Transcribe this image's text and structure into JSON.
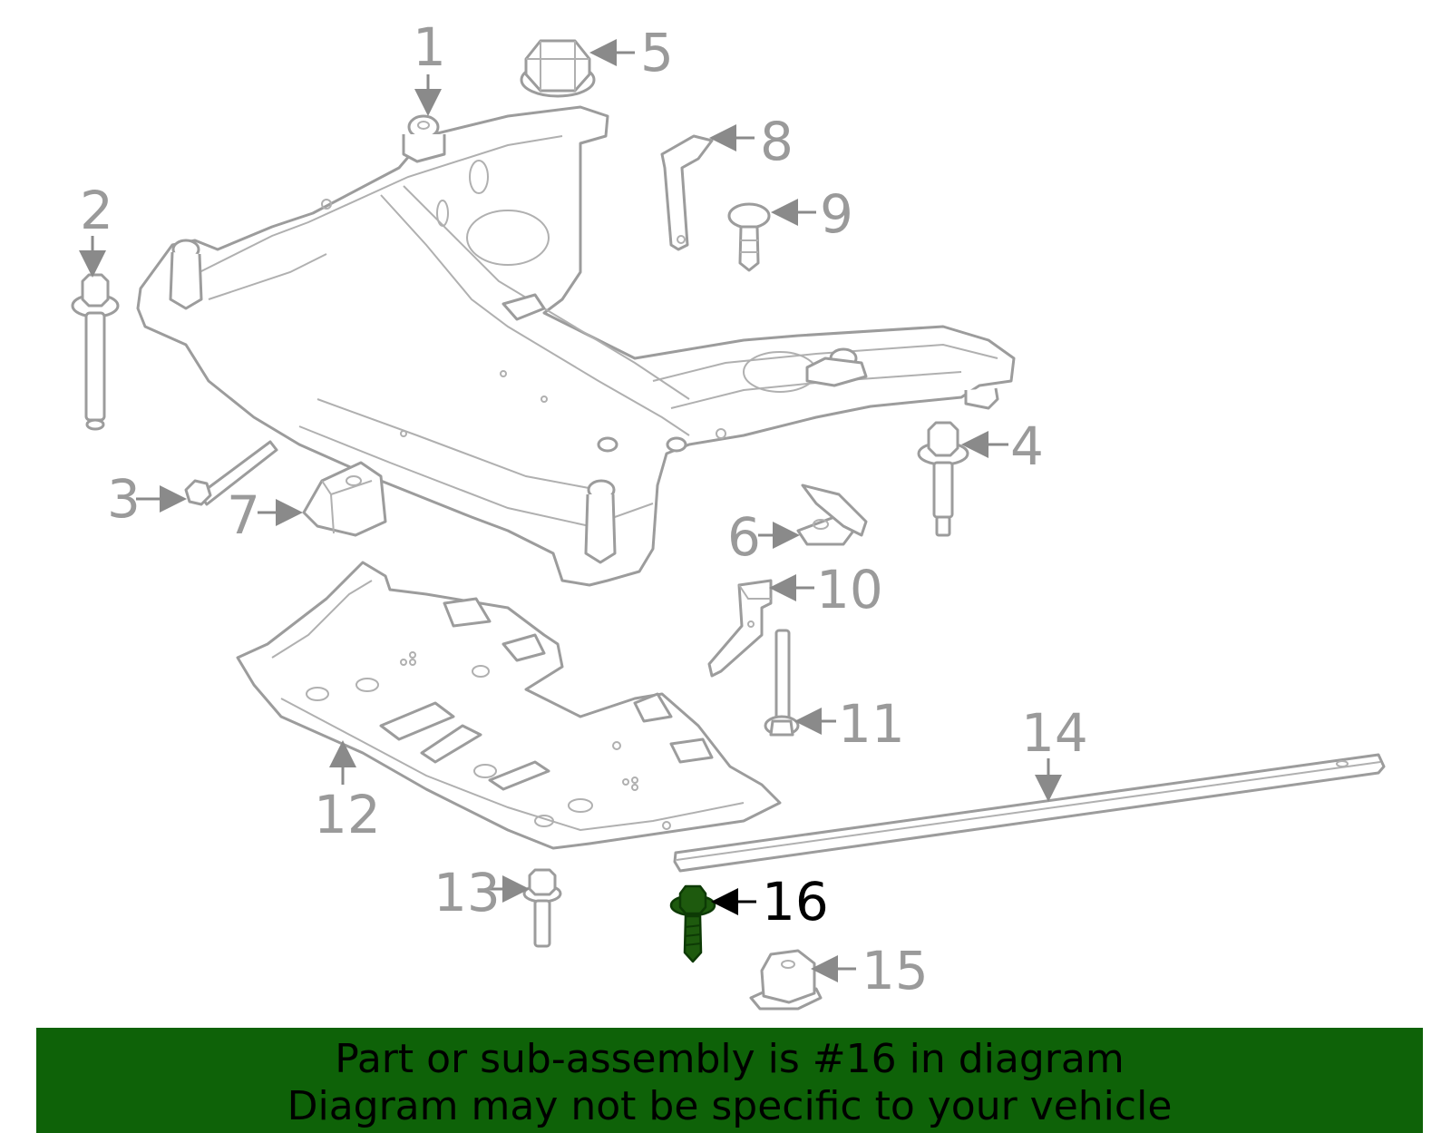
{
  "callouts": [
    {
      "id": "1",
      "label": "1"
    },
    {
      "id": "2",
      "label": "2"
    },
    {
      "id": "3",
      "label": "3"
    },
    {
      "id": "4",
      "label": "4"
    },
    {
      "id": "5",
      "label": "5"
    },
    {
      "id": "6",
      "label": "6"
    },
    {
      "id": "7",
      "label": "7"
    },
    {
      "id": "8",
      "label": "8"
    },
    {
      "id": "9",
      "label": "9"
    },
    {
      "id": "10",
      "label": "10"
    },
    {
      "id": "11",
      "label": "11"
    },
    {
      "id": "12",
      "label": "12"
    },
    {
      "id": "13",
      "label": "13"
    },
    {
      "id": "14",
      "label": "14"
    },
    {
      "id": "15",
      "label": "15"
    },
    {
      "id": "16",
      "label": "16",
      "highlighted": true
    }
  ],
  "banner": {
    "line1": "Part or sub-assembly is #16 in diagram",
    "line2": "Diagram may not be specific to your vehicle"
  },
  "colors": {
    "banner_bg": "#0e6208",
    "highlight_part": "#1e5a0e",
    "callout_text": "#9a9a9a",
    "highlight_text": "#000000"
  }
}
